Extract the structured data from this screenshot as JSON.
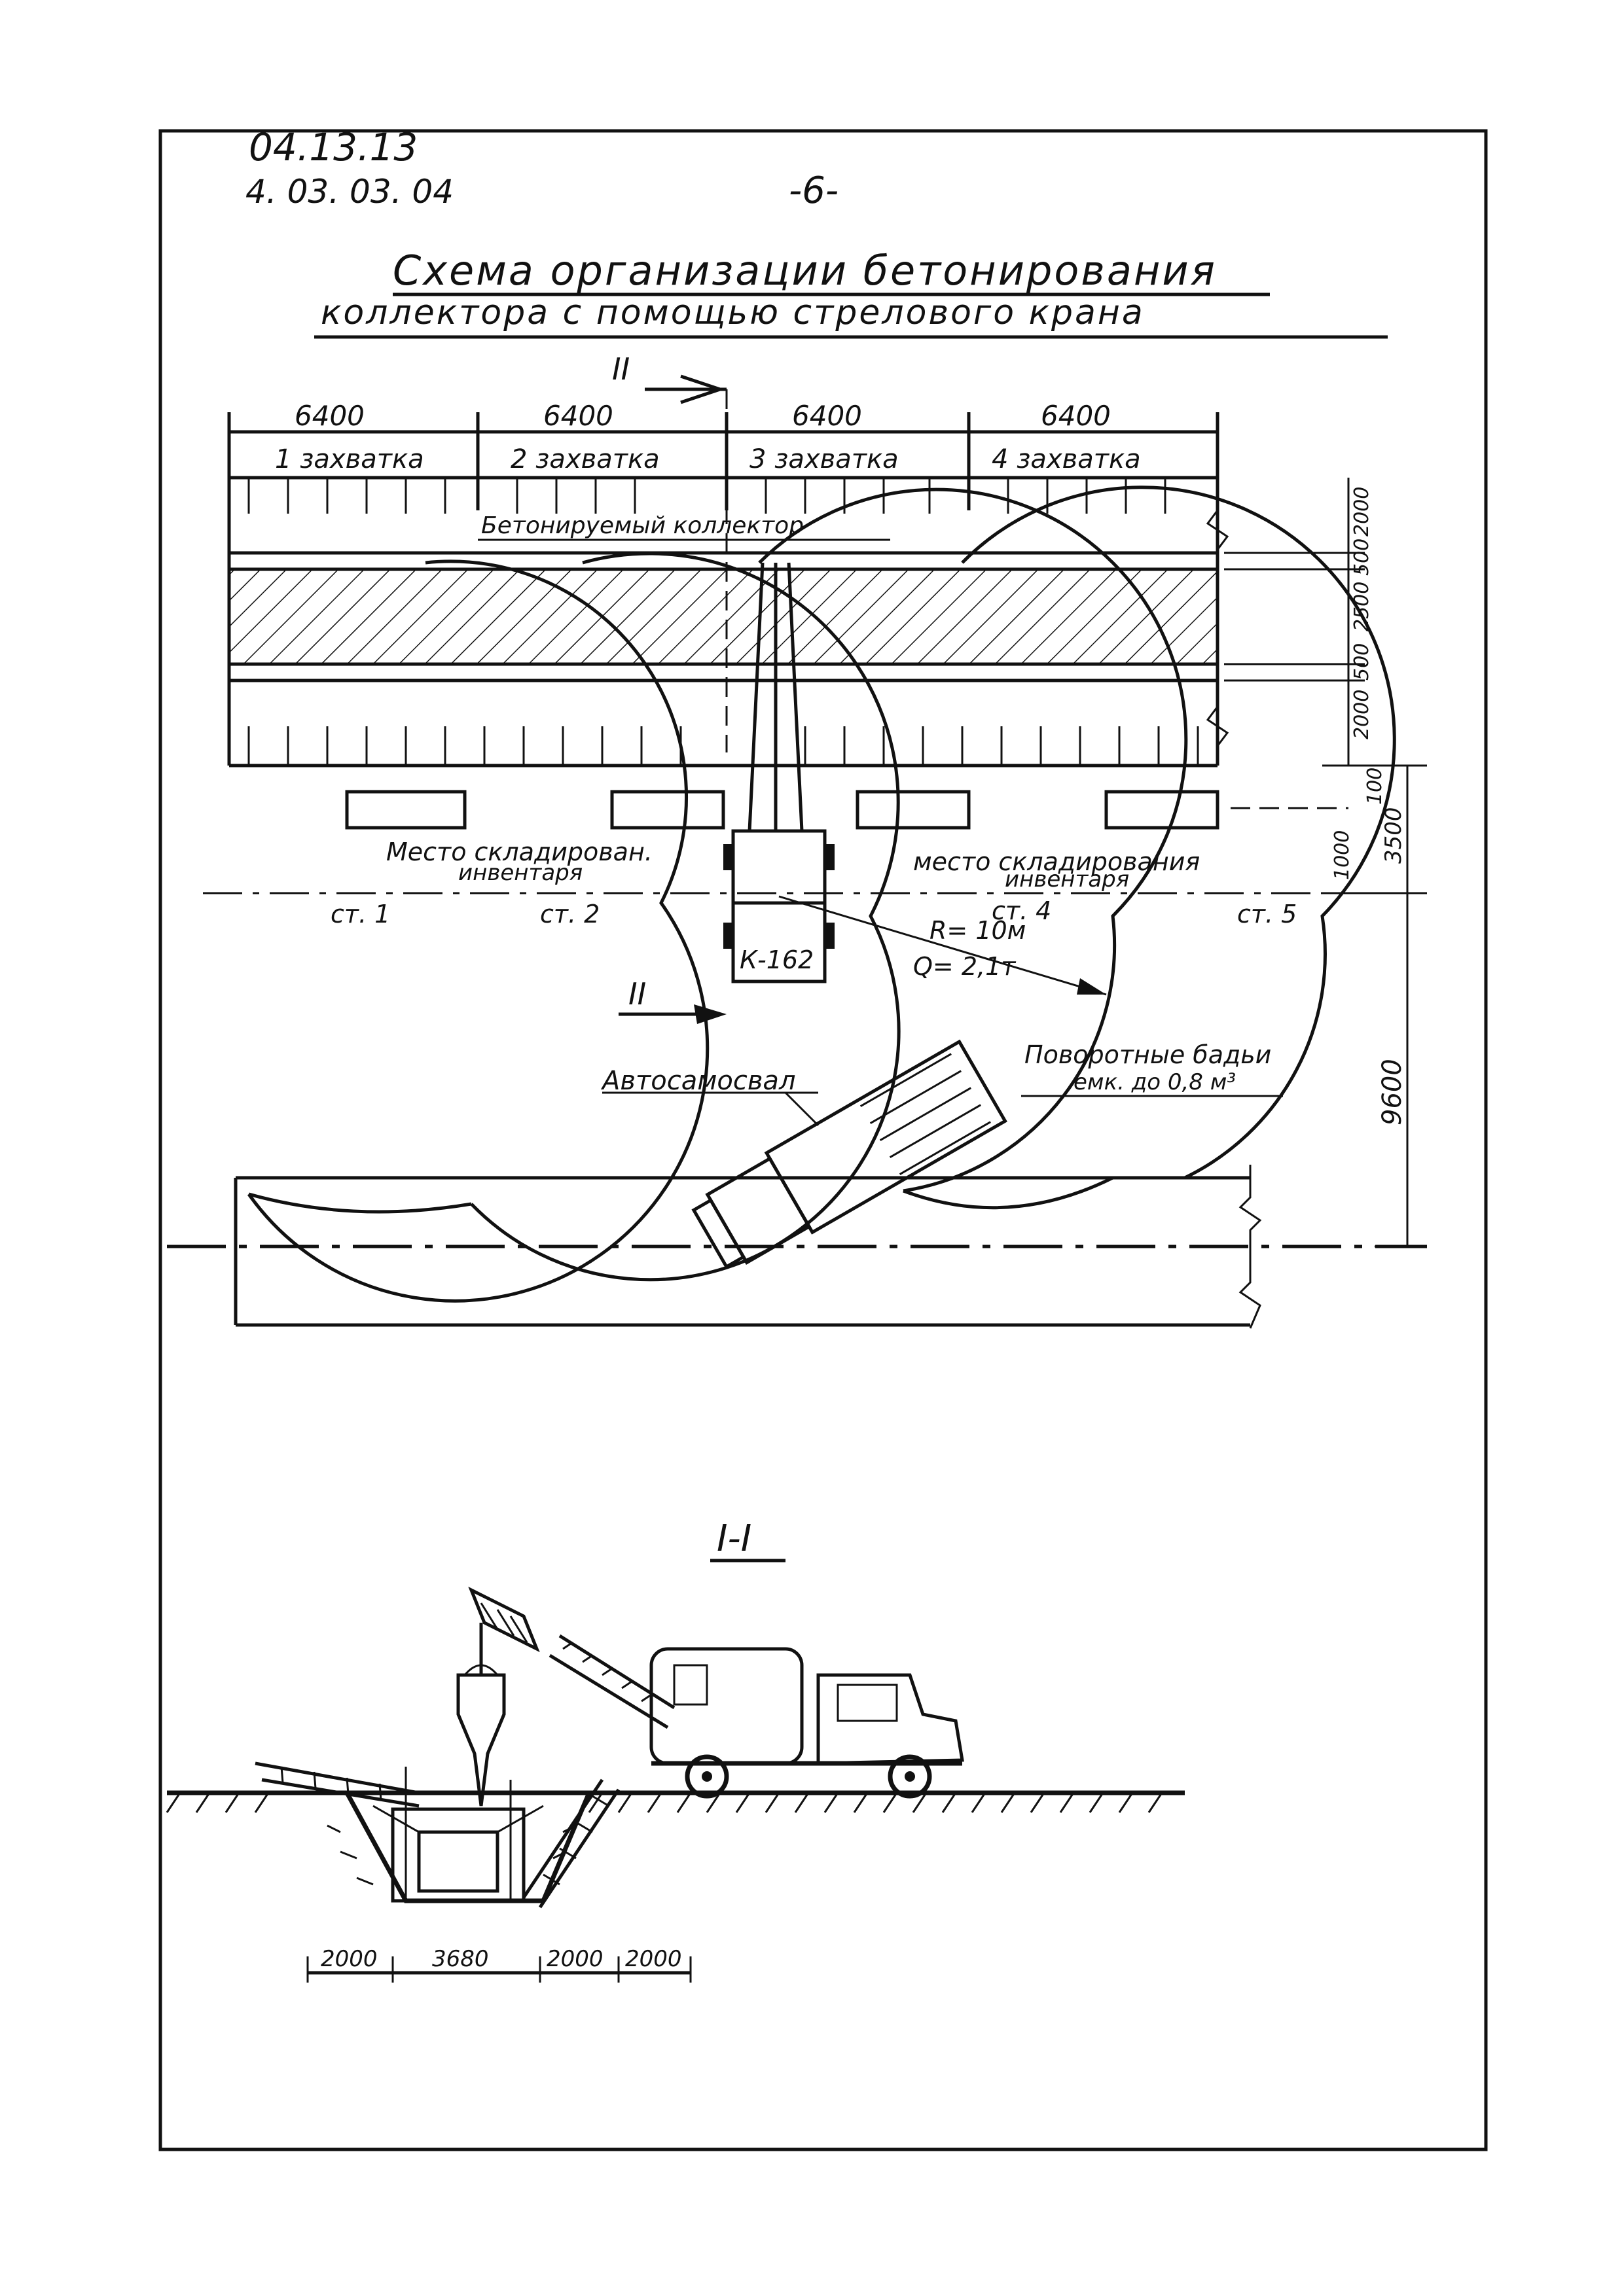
{
  "header": {
    "code_line1": "04.13.13",
    "code_line2": "4. 03. 03. 04",
    "page_number": "-6-"
  },
  "title": {
    "line1": "Схема организации бетонирования",
    "line2": "коллектора с помощью стрелового крана"
  },
  "plan": {
    "section_mark_top": "II",
    "section_mark_bottom": "II",
    "segment_lengths": [
      "6400",
      "6400",
      "6400",
      "6400"
    ],
    "segments": [
      "1 захватка",
      "2 захватка",
      "3 захватка",
      "4 захватка"
    ],
    "collector_label": "Бетонируемый коллектор",
    "storage_left": [
      "Место складирован.",
      "инвентаря"
    ],
    "storage_right": [
      "место складирования",
      "инвентаря"
    ],
    "stations": [
      "ст. 1",
      "ст. 2",
      "ст. 4",
      "ст. 5"
    ],
    "crane_model": "К-162",
    "radius": "R= 10м",
    "capacity": "Q= 2,1т",
    "dump_truck": "Автосамосвал",
    "buckets": [
      "Поворотные бадьи",
      "емк. до 0,8 м³"
    ],
    "right_dims": [
      "2000",
      "500",
      "2500",
      "500",
      "2000"
    ],
    "dim_100": "100",
    "dim_1000": "1000",
    "dim_3500": "3500",
    "dim_9600": "9600"
  },
  "section": {
    "title": "I-I",
    "dims": [
      "2000",
      "3680",
      "2000",
      "2000"
    ]
  }
}
